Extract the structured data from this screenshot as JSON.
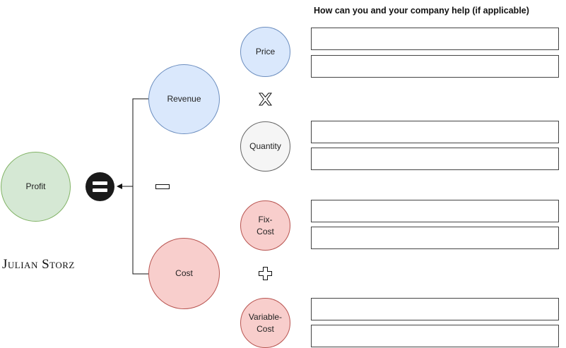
{
  "header": {
    "help_heading": "How can you and your company help (if applicable)"
  },
  "brand": {
    "name": "Julian Storz"
  },
  "nodes": {
    "profit": "Profit",
    "revenue": "Revenue",
    "cost": "Cost",
    "price": "Price",
    "quantity": "Quantity",
    "fix_cost": "Fix-\nCost",
    "variable_cost": "Variable-\nCost"
  },
  "operators": {
    "equals": "equals-icon",
    "minus": "minus-icon",
    "times": "times-icon",
    "plus": "plus-icon"
  },
  "colors": {
    "green_fill": "#d5e8d4",
    "green_stroke": "#82b366",
    "blue_fill": "#dae8fc",
    "blue_stroke": "#6c8ebf",
    "red_fill": "#f8cecc",
    "red_stroke": "#b85450",
    "gray_fill": "#f5f5f5",
    "gray_stroke": "#666666",
    "equals_fill": "#1a1a1a"
  },
  "help_boxes": [
    {
      "for": "price",
      "value": ""
    },
    {
      "for": "price",
      "value": ""
    },
    {
      "for": "quantity",
      "value": ""
    },
    {
      "for": "quantity",
      "value": ""
    },
    {
      "for": "fix-cost",
      "value": ""
    },
    {
      "for": "fix-cost",
      "value": ""
    },
    {
      "for": "variable-cost",
      "value": ""
    },
    {
      "for": "variable-cost",
      "value": ""
    }
  ]
}
